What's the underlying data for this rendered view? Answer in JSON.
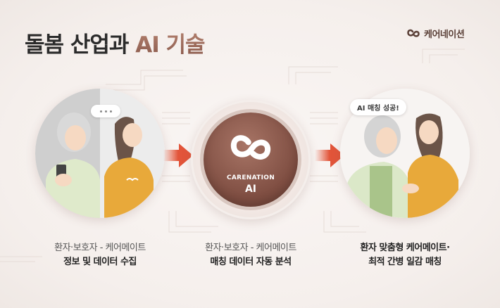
{
  "header": {
    "title_main": "돌봄 산업과",
    "title_accent": "AI 기술",
    "brand_name": "케어네이션"
  },
  "center": {
    "brand_line1": "CARENATION",
    "brand_line2": "AI"
  },
  "bubbles": {
    "left_typing": "...",
    "right_success": "AI 매칭 성공!"
  },
  "steps": [
    {
      "line1": "환자·보호자 - 케어메이트",
      "line2": "정보 및 데이터 수집"
    },
    {
      "line1": "환자·보호자 - 케어메이트",
      "line2": "매칭 데이터 자동 분석"
    },
    {
      "line1": "환자 맞춤형 케어메이트·",
      "line2": "최적 간병 일감 매칭"
    }
  ],
  "colors": {
    "accent_brown": "#8a5a4c",
    "arrow": "#e2553a",
    "caregiver_uniform": "#e8a93a",
    "patient_cardigan": "#dbe8c8"
  }
}
